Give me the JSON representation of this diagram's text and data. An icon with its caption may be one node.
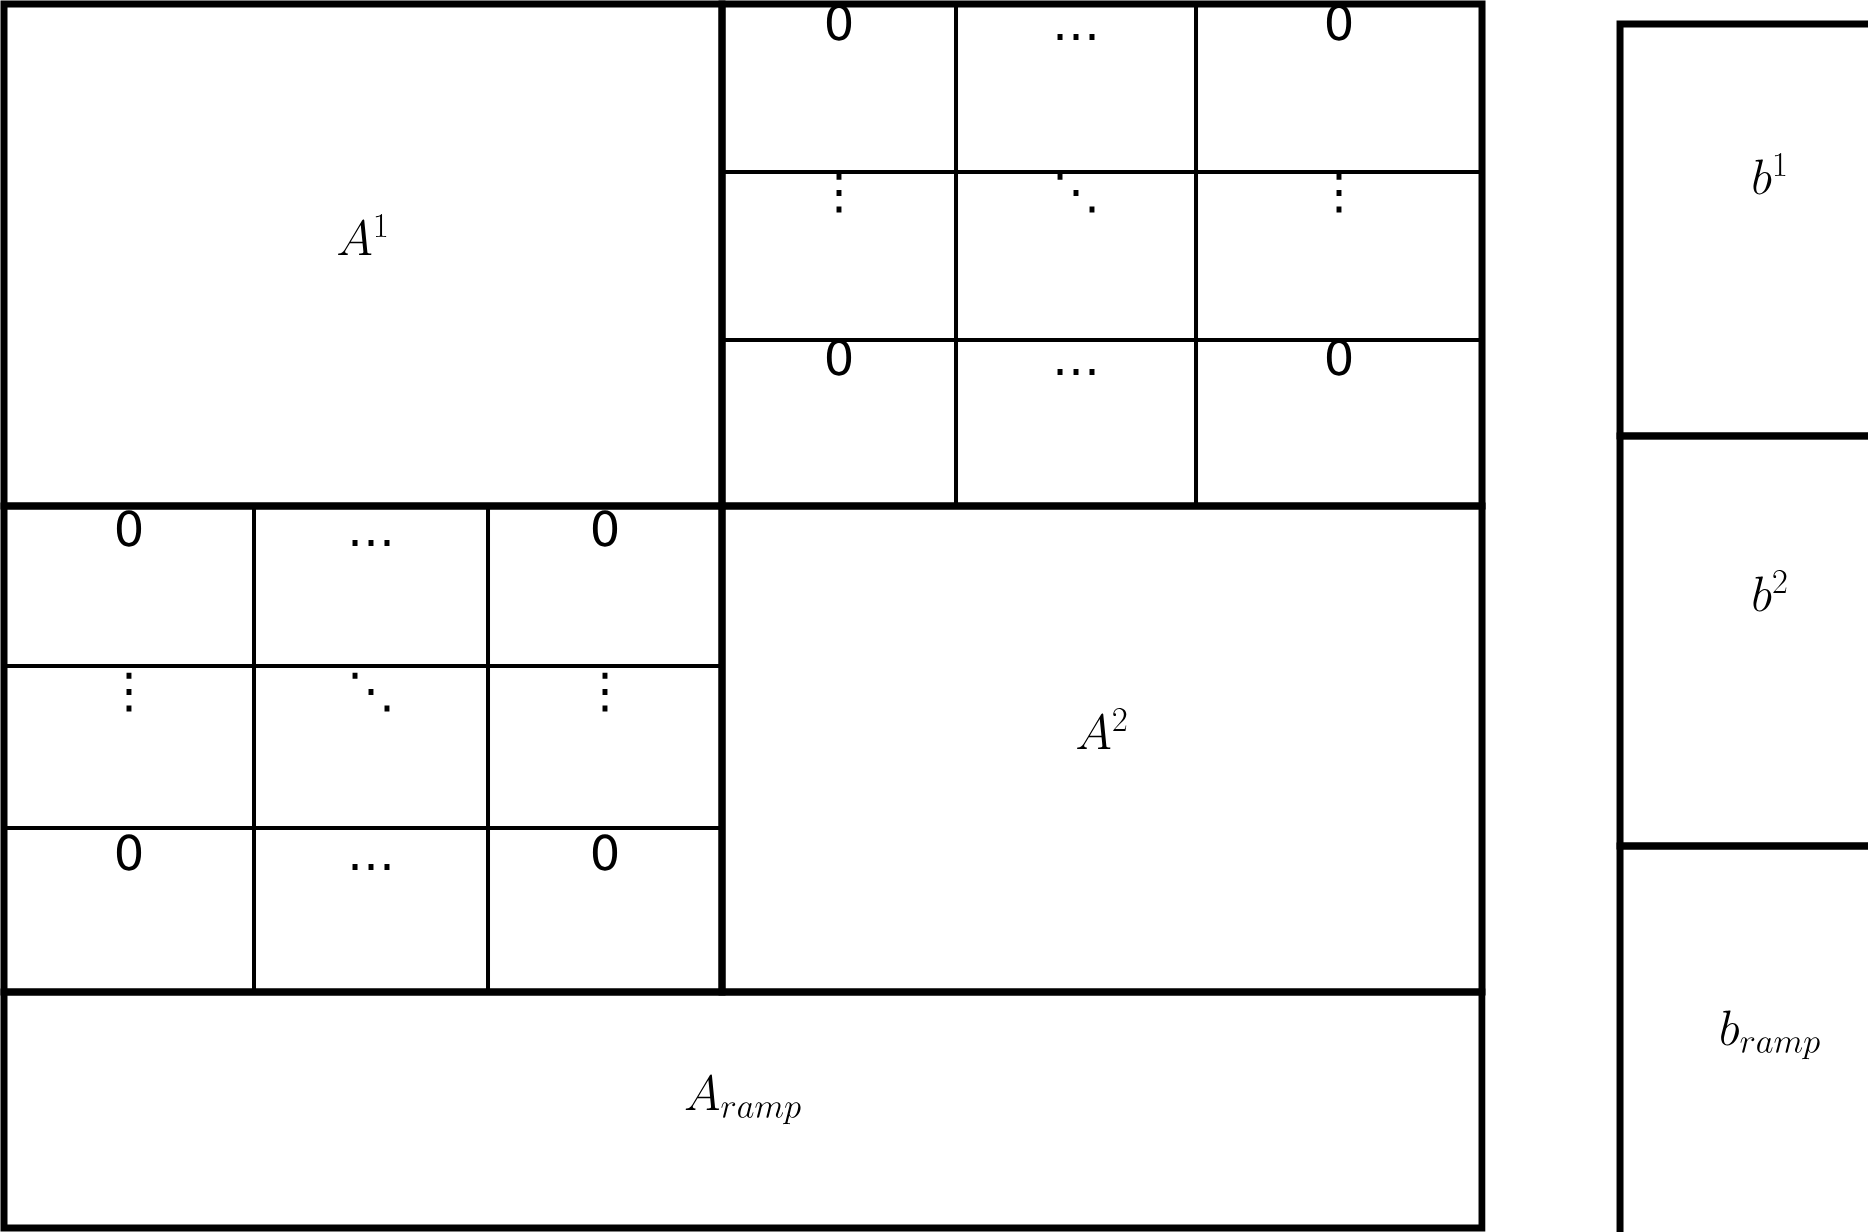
{
  "diagram": {
    "nodes": [
      {
        "text": [
          "A^{1}"
        ]
      },
      {
        "text": [],
        "shape": "box"
      },
      {
        "text": [
          "0"
        ],
        "in": 1
      },
      {
        "text": [
          "…"
        ],
        "in": 1
      },
      {
        "text": [
          "0"
        ],
        "in": 1
      },
      {
        "text": [
          "⋮"
        ],
        "in": 1
      },
      {
        "text": [
          "⋱"
        ],
        "in": 1
      },
      {
        "text": [
          "⋮"
        ],
        "in": 1
      },
      {
        "text": [
          "0"
        ],
        "in": 1
      },
      {
        "text": [
          "…"
        ],
        "in": 1
      },
      {
        "text": [
          "0"
        ],
        "in": 1
      },
      {
        "text": [],
        "shape": "box"
      },
      {
        "text": [
          "0"
        ],
        "in": 11
      },
      {
        "text": [
          "…"
        ],
        "in": 11
      },
      {
        "text": [
          "0"
        ],
        "in": 11
      },
      {
        "text": [
          "⋮"
        ],
        "in": 11
      },
      {
        "text": [
          "⋱"
        ],
        "in": 11
      },
      {
        "text": [
          "⋮"
        ],
        "in": 11
      },
      {
        "text": [
          "0"
        ],
        "in": 11
      },
      {
        "text": [
          "…"
        ],
        "in": 11
      },
      {
        "text": [
          "0"
        ],
        "in": 11
      },
      {
        "text": [
          "A^{2}"
        ]
      },
      {
        "text": [
          "A_{ramp}"
        ]
      },
      {
        "text": [
          "b^{1}"
        ]
      },
      {
        "text": [
          "b^{2}"
        ]
      },
      {
        "text": [
          "b_{ramp}"
        ]
      }
    ]
  }
}
